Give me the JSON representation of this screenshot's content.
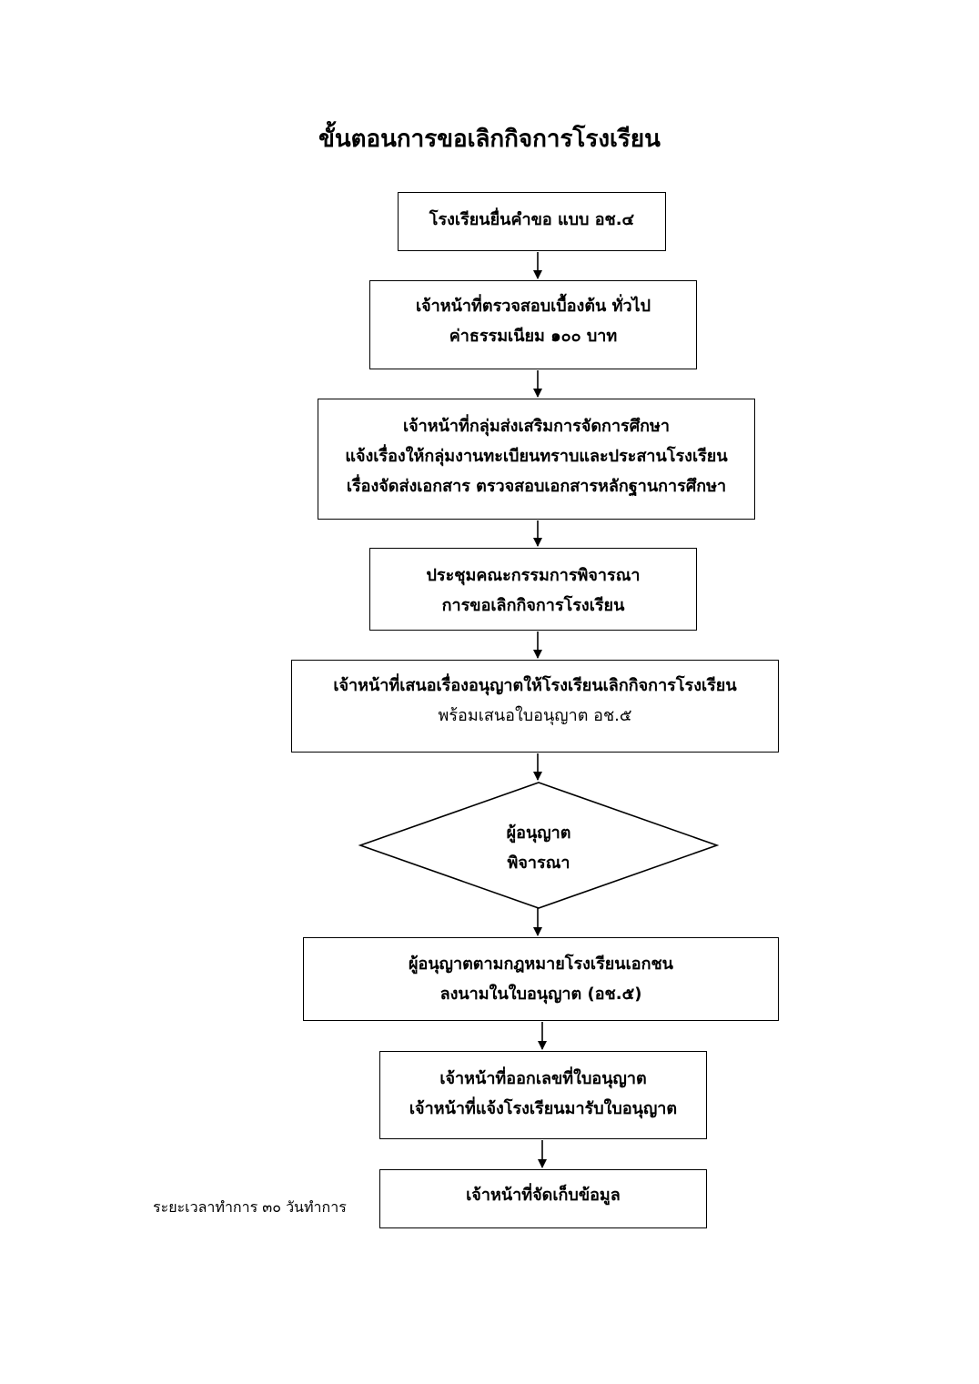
{
  "title": "ขั้นตอนการขอเลิกกิจการโรงเรียน",
  "steps": [
    {
      "lines": [
        "โรงเรียนยื่นคำขอ แบบ อช.๔"
      ]
    },
    {
      "lines": [
        "เจ้าหน้าที่ตรวจสอบเบื้องต้น ทั่วไป",
        "ค่าธรรมเนียม ๑๐๐ บาท"
      ]
    },
    {
      "lines": [
        "เจ้าหน้าที่กลุ่มส่งเสริมการจัดการศึกษา",
        "แจ้งเรื่องให้กลุ่มงานทะเบียนทราบและประสานโรงเรียน",
        "เรื่องจัดส่งเอกสาร ตรวจสอบเอกสารหลักฐานการศึกษา"
      ]
    },
    {
      "lines": [
        "ประชุมคณะกรรมการพิจารณา",
        "การขอเลิกกิจการโรงเรียน"
      ]
    },
    {
      "lines": [
        "เจ้าหน้าที่เสนอเรื่องอนุญาตให้โรงเรียนเลิกกิจการโรงเรียน",
        "พร้อมเสนอใบอนุญาต  อช.๕"
      ]
    },
    {
      "lines": [
        "ผู้อนุญาต",
        "พิจารณา"
      ]
    },
    {
      "lines": [
        "ผู้อนุญาตตามกฎหมายโรงเรียนเอกชน",
        "ลงนามในใบอนุญาต  (อช.๕)"
      ]
    },
    {
      "lines": [
        "เจ้าหน้าที่ออกเลขที่ใบอนุญาต",
        "เจ้าหน้าที่แจ้งโรงเรียนมารับใบอนุญาต"
      ]
    },
    {
      "lines": [
        "เจ้าหน้าที่จัดเก็บข้อมูล"
      ]
    }
  ],
  "duration_note": "ระยะเวลาทำการ  ๓๐  วันทำการ"
}
